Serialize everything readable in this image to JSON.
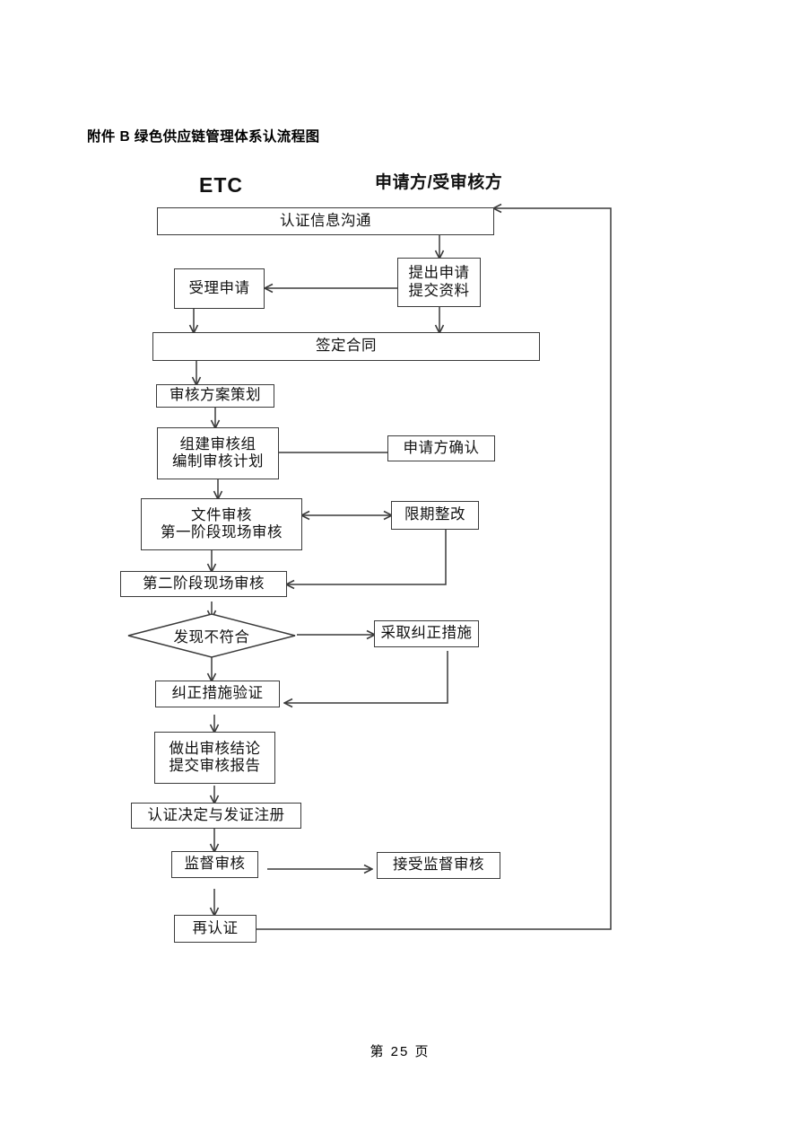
{
  "document": {
    "title": "附件 B  绿色供应链管理体系认流程图",
    "footer": "第 25 页"
  },
  "chart_data": {
    "type": "diagram",
    "diagram_kind": "flowchart",
    "title": "附件 B  绿色供应链管理体系认流程图",
    "orientation": "top-to-bottom",
    "lanes": [
      {
        "id": "etc",
        "label": "ETC"
      },
      {
        "id": "applicant",
        "label": "申请方/受审核方"
      }
    ],
    "nodes": [
      {
        "id": "n1",
        "label": "认证信息沟通",
        "shape": "rect",
        "lane": "both"
      },
      {
        "id": "n2",
        "label": "提出申请\n提交资料",
        "shape": "rect",
        "lane": "applicant"
      },
      {
        "id": "n3",
        "label": "受理申请",
        "shape": "rect",
        "lane": "etc"
      },
      {
        "id": "n4",
        "label": "签定合同",
        "shape": "rect",
        "lane": "both"
      },
      {
        "id": "n5",
        "label": "审核方案策划",
        "shape": "rect",
        "lane": "etc"
      },
      {
        "id": "n6",
        "label": "组建审核组\n编制审核计划",
        "shape": "rect",
        "lane": "etc"
      },
      {
        "id": "n7",
        "label": "申请方确认",
        "shape": "rect",
        "lane": "applicant"
      },
      {
        "id": "n8",
        "label": "文件审核\n第一阶段现场审核",
        "shape": "rect",
        "lane": "etc"
      },
      {
        "id": "n9",
        "label": "限期整改",
        "shape": "rect",
        "lane": "applicant"
      },
      {
        "id": "n10",
        "label": "第二阶段现场审核",
        "shape": "rect",
        "lane": "etc"
      },
      {
        "id": "n11",
        "label": "发现不符合",
        "shape": "diamond",
        "lane": "etc"
      },
      {
        "id": "n12",
        "label": "采取纠正措施",
        "shape": "rect",
        "lane": "applicant"
      },
      {
        "id": "n13",
        "label": "纠正措施验证",
        "shape": "rect",
        "lane": "etc"
      },
      {
        "id": "n14",
        "label": "做出审核结论\n提交审核报告",
        "shape": "rect",
        "lane": "etc"
      },
      {
        "id": "n15",
        "label": "认证决定与发证注册",
        "shape": "rect",
        "lane": "etc"
      },
      {
        "id": "n16",
        "label": "监督审核",
        "shape": "rect",
        "lane": "etc"
      },
      {
        "id": "n17",
        "label": "接受监督审核",
        "shape": "rect",
        "lane": "applicant"
      },
      {
        "id": "n18",
        "label": "再认证",
        "shape": "rect",
        "lane": "etc"
      }
    ],
    "edges": [
      {
        "from": "n1",
        "to": "n2",
        "arrow": "single"
      },
      {
        "from": "n2",
        "to": "n3",
        "arrow": "single"
      },
      {
        "from": "n3",
        "to": "n4",
        "arrow": "single"
      },
      {
        "from": "n2",
        "to": "n4",
        "arrow": "single"
      },
      {
        "from": "n4",
        "to": "n5",
        "arrow": "single"
      },
      {
        "from": "n5",
        "to": "n6",
        "arrow": "single"
      },
      {
        "from": "n6",
        "to": "n7",
        "arrow": "none"
      },
      {
        "from": "n6",
        "to": "n8",
        "arrow": "single"
      },
      {
        "from": "n8",
        "to": "n9",
        "arrow": "double"
      },
      {
        "from": "n8",
        "to": "n10",
        "arrow": "single"
      },
      {
        "from": "n9",
        "to": "n10",
        "arrow": "single"
      },
      {
        "from": "n10",
        "to": "n11",
        "arrow": "single"
      },
      {
        "from": "n11",
        "to": "n12",
        "arrow": "single"
      },
      {
        "from": "n11",
        "to": "n13",
        "arrow": "single"
      },
      {
        "from": "n12",
        "to": "n13",
        "arrow": "single"
      },
      {
        "from": "n13",
        "to": "n14",
        "arrow": "single"
      },
      {
        "from": "n14",
        "to": "n15",
        "arrow": "single"
      },
      {
        "from": "n15",
        "to": "n16",
        "arrow": "single"
      },
      {
        "from": "n16",
        "to": "n17",
        "arrow": "single"
      },
      {
        "from": "n16",
        "to": "n18",
        "arrow": "single"
      },
      {
        "from": "n18",
        "to": "n1",
        "arrow": "single"
      }
    ],
    "colors": {
      "stroke": "#3a3a3a",
      "text": "#111111",
      "background": "#ffffff"
    }
  },
  "labels": {
    "lane_etc": "ETC",
    "lane_applicant": "申请方",
    "lane_separator": "/",
    "lane_applicant2": "受审核方",
    "n1": "认证信息沟通",
    "n2_line1": "提出申请",
    "n2_line2": "提交资料",
    "n3": "受理申请",
    "n4": "签定合同",
    "n5": "审核方案策划",
    "n6_line1": "组建审核组",
    "n6_line2": "编制审核计划",
    "n7": "申请方确认",
    "n8_line1": "文件审核",
    "n8_line2": "第一阶段现场审核",
    "n9": "限期整改",
    "n10": "第二阶段现场审核",
    "n11": "发现不符合",
    "n12": "采取纠正措施",
    "n13": "纠正措施验证",
    "n14_line1": "做出审核结论",
    "n14_line2": "提交审核报告",
    "n15": "认证决定与发证注册",
    "n16": "监督审核",
    "n17": "接受监督审核",
    "n18": "再认证"
  }
}
